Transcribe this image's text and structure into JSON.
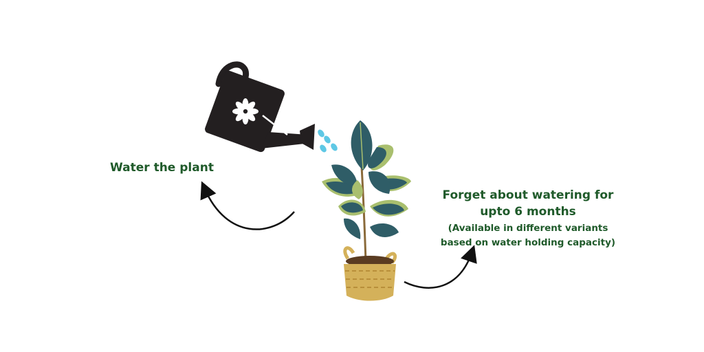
{
  "captions": {
    "step_one": "Water the plant",
    "step_two_line1": "Forget about watering for",
    "step_two_line2": "upto 6 months",
    "note_line1": "(Available in different variants",
    "note_line2": "based on water holding capacity)"
  },
  "colors": {
    "text": "#1f5a2a",
    "can": "#231f20",
    "water": "#5ec8e5",
    "leaf_dark": "#2f5d67",
    "leaf_light": "#a9bf6e",
    "basket": "#d4b15a",
    "arrow": "#111111"
  },
  "icons": {
    "watering_can": "watering-can-icon",
    "plant": "potted-plant-icon",
    "flower": "flower-icon"
  }
}
